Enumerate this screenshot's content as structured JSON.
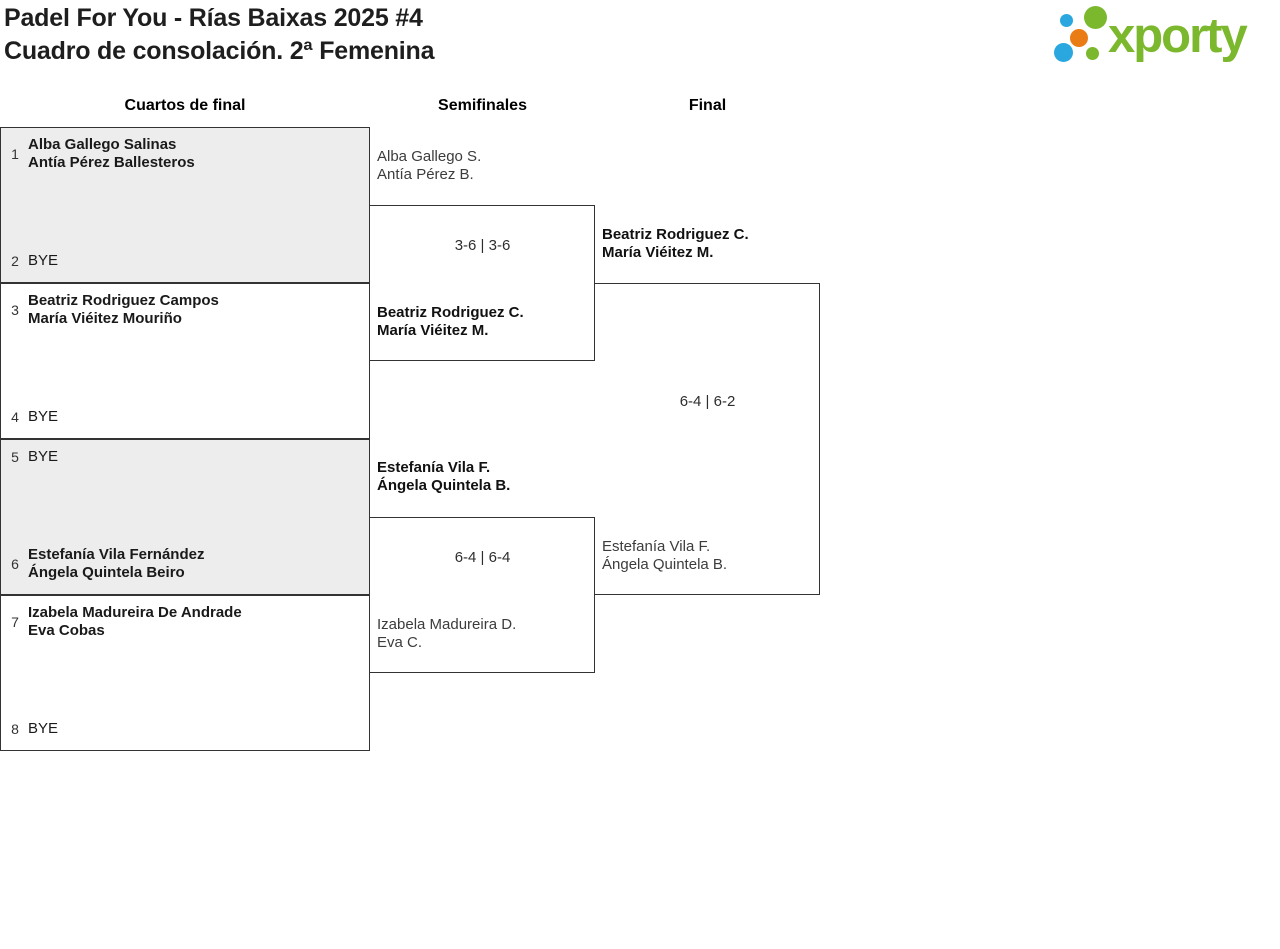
{
  "header": {
    "title_line1": "Padel For You - Rías Baixas 2025 #4",
    "title_line2": "Cuadro de consolación. 2ª Femenina"
  },
  "logo": {
    "text": "xporty",
    "colors": {
      "green": "#7cb82d",
      "blue": "#2aa7df",
      "orange": "#ea7c16"
    }
  },
  "rounds": {
    "round1": "Cuartos de final",
    "round2": "Semifinales",
    "round3": "Final"
  },
  "quarterfinals": [
    {
      "top": {
        "seed": "1",
        "name": "Alba Gallego Salinas\nAntía Pérez Ballesteros"
      },
      "bottom": {
        "seed": "2",
        "name": "BYE"
      }
    },
    {
      "top": {
        "seed": "3",
        "name": "Beatriz Rodriguez Campos\nMaría Viéitez Mouriño"
      },
      "bottom": {
        "seed": "4",
        "name": "BYE"
      }
    },
    {
      "top": {
        "seed": "5",
        "name": "BYE"
      },
      "bottom": {
        "seed": "6",
        "name": "Estefanía Vila Fernández\nÁngela Quintela Beiro"
      }
    },
    {
      "top": {
        "seed": "7",
        "name": "Izabela Madureira De Andrade\nEva Cobas"
      },
      "bottom": {
        "seed": "8",
        "name": "BYE"
      }
    }
  ],
  "semifinals": [
    {
      "top": "Alba Gallego S.\nAntía Pérez B.",
      "score": "3-6 | 3-6",
      "bottom": "Beatriz Rodriguez C.\nMaría Viéitez M."
    },
    {
      "top": "Estefanía Vila F.\nÁngela Quintela B.",
      "score": "6-4 | 6-4",
      "bottom": "Izabela Madureira D.\nEva C."
    }
  ],
  "final": {
    "top": "Beatriz Rodriguez C.\nMaría Viéitez M.",
    "score": "6-4 | 6-2",
    "bottom": "Estefanía Vila F.\nÁngela Quintela B."
  },
  "colors": {
    "shaded_box": "#ededed",
    "border": "#333333",
    "text": "#1e1e1e"
  }
}
